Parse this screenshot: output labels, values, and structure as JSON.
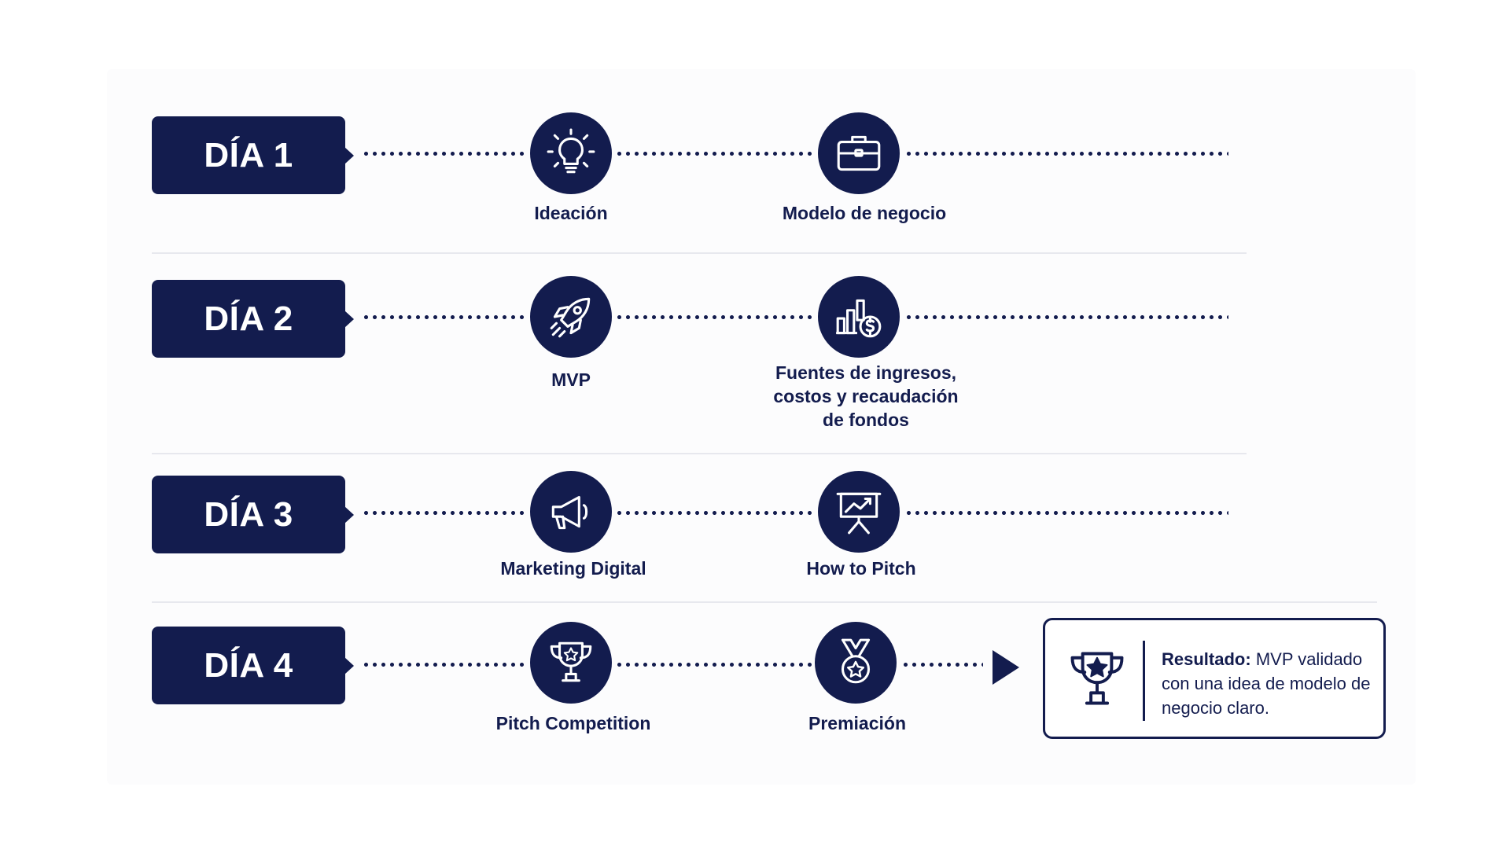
{
  "days": [
    {
      "label": "DÍA 1",
      "steps": [
        {
          "label": "Ideación",
          "icon": "lightbulb-icon"
        },
        {
          "label": "Modelo de negocio",
          "icon": "briefcase-icon"
        }
      ]
    },
    {
      "label": "DÍA 2",
      "steps": [
        {
          "label": "MVP",
          "icon": "rocket-icon"
        },
        {
          "label": "Fuentes de ingresos,\ncostos y recaudación\nde fondos",
          "icon": "bar-chart-dollar-icon"
        }
      ]
    },
    {
      "label": "DÍA 3",
      "steps": [
        {
          "label": "Marketing Digital",
          "icon": "megaphone-icon"
        },
        {
          "label": "How to Pitch",
          "icon": "presentation-board-icon"
        }
      ]
    },
    {
      "label": "DÍA 4",
      "steps": [
        {
          "label": "Pitch Competition",
          "icon": "trophy-star-icon"
        },
        {
          "label": "Premiación",
          "icon": "medal-icon"
        }
      ]
    }
  ],
  "result": {
    "title": "Resultado:",
    "text": "MVP validado con una idea de modelo de negocio claro.",
    "icon": "trophy-icon"
  },
  "colors": {
    "primary": "#131c4e",
    "divider": "#e7e8ee",
    "background": "#ffffff"
  }
}
